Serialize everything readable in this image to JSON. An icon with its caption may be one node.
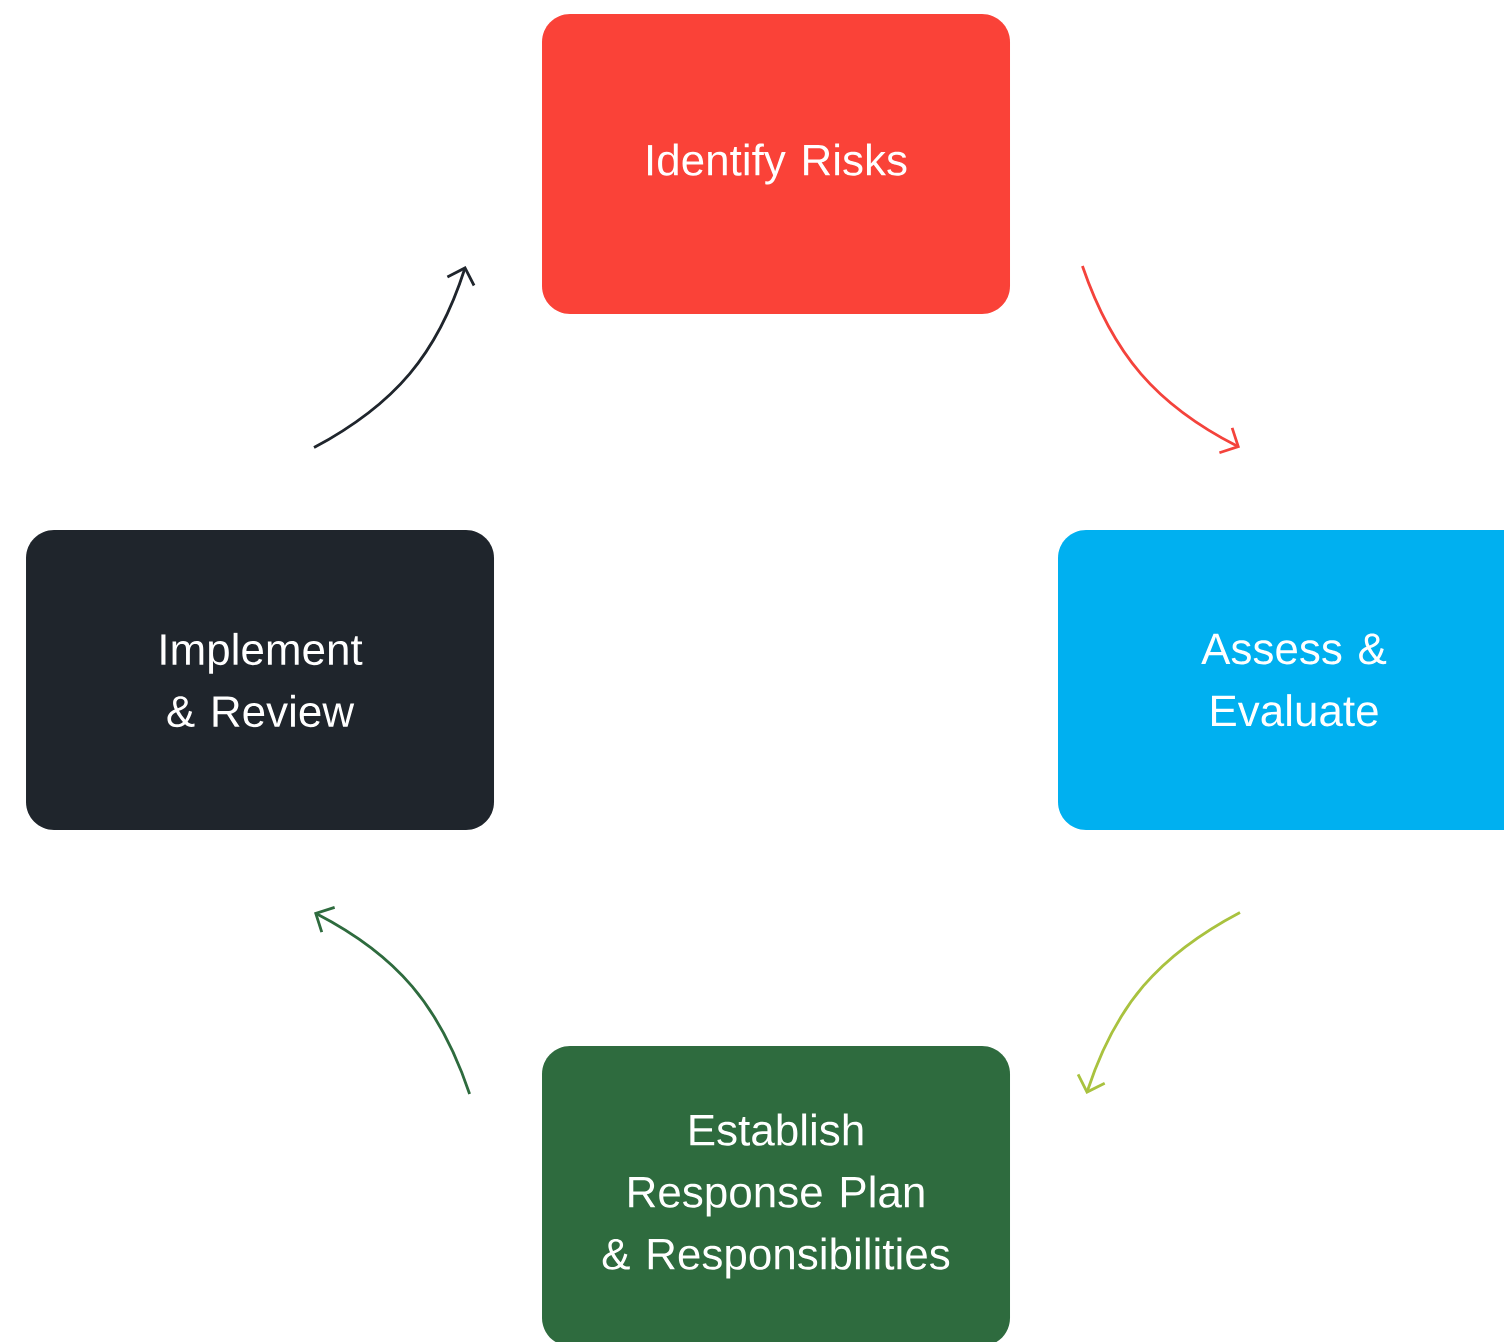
{
  "diagram": {
    "nodes": [
      {
        "text": [
          "Identify Risks"
        ]
      },
      {
        "text": [
          "Assess & Evaluate"
        ]
      },
      {
        "text": [
          "Establish Response Plan & Responsibilities"
        ]
      },
      {
        "text": [
          "Implement & Review"
        ]
      }
    ],
    "edges": [
      {
        "from": 0,
        "to": 1,
        "arrow": "to",
        "color": "#f4433c"
      },
      {
        "from": 1,
        "to": 2,
        "arrow": "to",
        "color": "#a9c23f"
      },
      {
        "from": 2,
        "to": 3,
        "arrow": "to",
        "color": "#2e6b3e"
      },
      {
        "from": 3,
        "to": 0,
        "arrow": "to",
        "color": "#1f252c"
      }
    ]
  }
}
